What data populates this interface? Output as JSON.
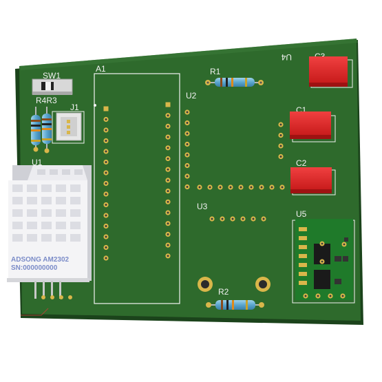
{
  "board": {
    "colors": {
      "pcb": "#2e6a2c",
      "pcb_dark": "#1e4a1e",
      "silk": "#f2f2f2",
      "pad": "#d9b64a",
      "cap": "#e32a2a",
      "sensor": "#f4f4f6",
      "module": "#1f7a2a"
    },
    "labels": {
      "sw1": "SW1",
      "r4r3": "R4R3",
      "j1": "J1",
      "u1": "U1",
      "a1": "A1",
      "r1": "R1",
      "u2": "U2",
      "u4": "U4",
      "c3": "C3",
      "c1": "C1",
      "c2": "C2",
      "u3": "U3",
      "u5": "U5",
      "r2": "R2"
    },
    "sensor": {
      "model": "ADSONG AM2302",
      "serial": "SN:000000000"
    }
  }
}
